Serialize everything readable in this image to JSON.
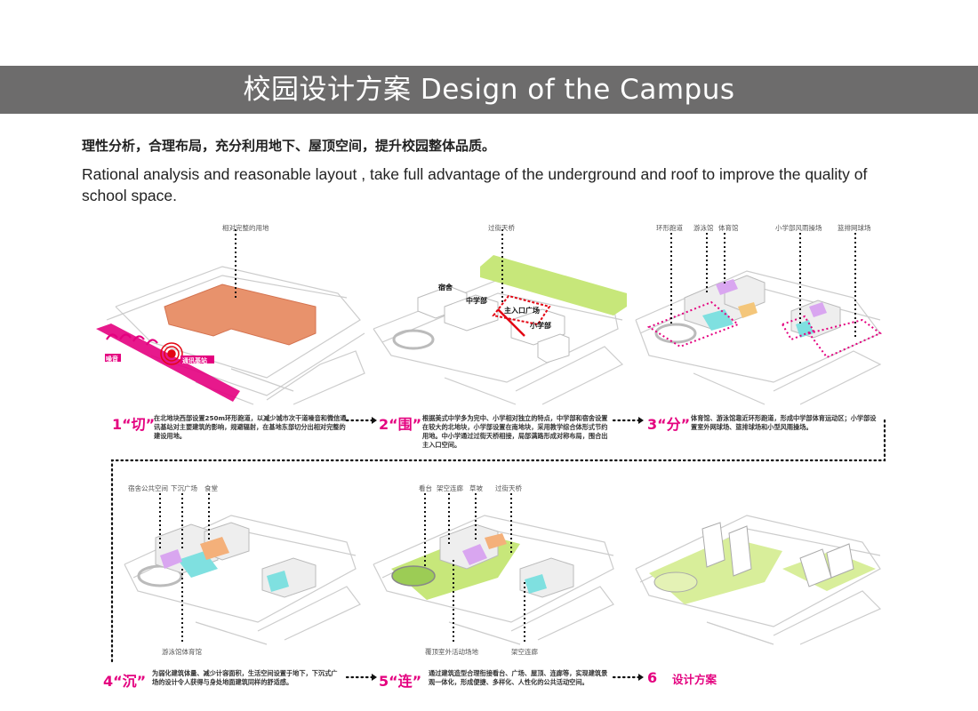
{
  "header": {
    "title": "校园设计方案 Design of the Campus",
    "subtitle_cn": "理性分析，合理布局，充分利用地下、屋顶空间，提升校园整体品质。",
    "subtitle_en": "Rational analysis and reasonable layout , take full advantage of the underground and roof to improve the quality of school space."
  },
  "steps": [
    {
      "num": "1“切”",
      "text": "在北地块西部设置250m环形跑道，以减少城市次干道噪音和微信通讯基站对主要建筑的影响，规避辐射，在基地东部切分出相对完整的建设用地。",
      "labels": {
        "top": "相对完整的用地",
        "noise": "噪音",
        "station": "通讯基站"
      }
    },
    {
      "num": "2“围”",
      "text": "根据美式中学多为完中、小学相对独立的特点，中学部和宿舍设置在较大的北地块，小学部设置在南地块，采用教学综合体形式节约用地。中小学通过过街天桥相接，局部满路形成对称布局，围合出主入口空间。",
      "labels": {
        "top": "过街天桥",
        "dorm": "宿舍",
        "middle": "中学部",
        "entrance": "主入口广场",
        "primary": "小学部"
      }
    },
    {
      "num": "3“分”",
      "text": "体育馆、游泳馆靠近环形跑道，形成中学部体育运动区；小学部设置室外网球场、篮排球场和小型风雨操场。",
      "labels": {
        "track": "环形跑道",
        "pool": "游泳馆",
        "gym": "体育馆",
        "small_gym": "小学部风雨操场",
        "court": "篮排网球场"
      }
    },
    {
      "num": "4“沉”",
      "text": "为弱化建筑体量、减少计容面积，生活空间设置于地下，下沉式广场的设计令人获得与身处地面建筑同样的舒适感。",
      "labels": {
        "dorm_public": "宿舍公共空间",
        "sunken": "下沉广场",
        "canteen": "食堂",
        "bottom": "游泳馆体育馆"
      }
    },
    {
      "num": "5“连”",
      "text": "通过建筑造型合理衔接看台、广场、屋顶、连廊等，实现建筑景观一体化，形成便捷、多样化、人性化的公共活动空间。",
      "labels": {
        "stand": "看台",
        "corridor": "架空连廊",
        "lawn": "草坡",
        "bridge": "过街天桥",
        "bottom1": "覆顶室外活动场地",
        "bottom2": "架空连廊"
      }
    },
    {
      "num": "6",
      "text": "设计方案"
    }
  ],
  "colors": {
    "banner": "#6d6c6c",
    "accent": "#e4007f",
    "orange": "#e8926c",
    "green": "#c7e77a",
    "dotted": "#111111"
  }
}
